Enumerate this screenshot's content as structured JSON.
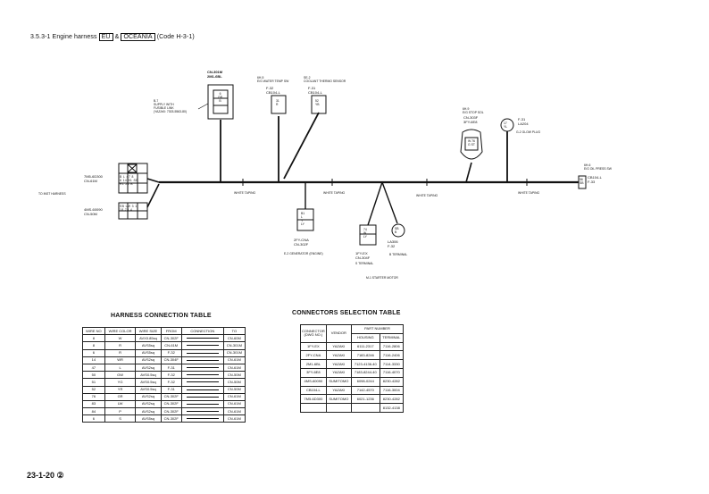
{
  "header": {
    "section": "3.5.3-1",
    "title": "Engine harness",
    "region_a": "EU",
    "amp": "&",
    "region_b": "OCEANIA",
    "code": "(Code H-3-1)"
  },
  "diagram": {
    "c_top_main": [
      "CN-301M",
      "2M1-6BL"
    ],
    "c_top_main_pins": [
      "6",
      "GR",
      "B"
    ],
    "c_fusible": [
      "B-7",
      "SUPPLY WITH",
      "FUSIBLE LINK",
      "(YAZAKI: 7303-5563-80)"
    ],
    "c_water": [
      "6H-5",
      "E/G WATER TEMP SW",
      "F-32",
      "CB104-L"
    ],
    "c_water_pins": [
      "31",
      "R"
    ],
    "c_coolant": [
      "SE-2",
      "COOLANT THERMO SENSOR",
      "F-31",
      "CB104-L"
    ],
    "c_coolant_pins": [
      "52",
      "YB"
    ],
    "c_oilstop": [
      "6H-9",
      "E/G STOP SOL",
      "CN-303F",
      "3FY-6E8"
    ],
    "c_oilstop_pins": [
      "W",
      "76",
      "G",
      "ST"
    ],
    "c_glow": [
      "F-31",
      "LA204"
    ],
    "c_glow_sub": [
      "G-2 GLOW PLUG"
    ],
    "c_glow_pins": [
      "17",
      "YL"
    ],
    "c_oilpres": [
      "6H-6",
      "E/G OIL PRESS SW",
      "CB104-L",
      "F-33"
    ],
    "c_oilpres_pins": [
      "56",
      "SB"
    ],
    "c_left_top": [
      "7M5-6D300",
      "CN-61M"
    ],
    "c_left_top_pins": [
      "B",
      "L",
      "47",
      "8",
      "6",
      "14",
      "51",
      "SB",
      "RL",
      "24",
      "B"
    ],
    "c_left_bot": [
      "4MS-60090",
      "CN-50M"
    ],
    "c_left_bot_pins": [
      "SB",
      "LW",
      "3",
      "1",
      "18",
      "73",
      "4"
    ],
    "to_inst": "TO INST HARNESS",
    "white_taping": "WHITE TAPING",
    "c_gen": [
      "2FY-CNA",
      "CN-302F"
    ],
    "c_gen_sub": "E-2 GENERATOR (ENGINE)",
    "c_gen_pins": [
      "B1",
      "L",
      "Y",
      "LY",
      "W"
    ],
    "c_starter_s": [
      "1FY-EX",
      "CN-304F"
    ],
    "c_starter_s_sub": "S TERMINAL",
    "c_starter_s_pins": [
      "74",
      "W",
      "LY"
    ],
    "c_starter_b": [
      "LA306",
      "F-32"
    ],
    "c_starter_b_sub": "B TERMINAL",
    "c_starter_b_pins": [
      "SB",
      "B"
    ],
    "starter_motor": "M-1 STARTER MOTOR"
  },
  "harness_table": {
    "title": "HARNESS CONNECTION TABLE",
    "headers": [
      "WIRE NO",
      "WIRE COLOR",
      "WIRE SIZE",
      "FROM",
      "CONNECTION",
      "TO"
    ],
    "rows": [
      [
        "8",
        "W",
        "AVX0.85sq",
        "CN-302F",
        "",
        "CN-60M"
      ],
      [
        "8",
        "R",
        "AVS5sq",
        "CN-61M",
        "",
        "CN-301M"
      ],
      [
        "6",
        "R",
        "AVS5sq",
        "F-32",
        "",
        "CN-301M"
      ],
      [
        "14",
        "WR",
        "AVS2sq",
        "CN-304F",
        "",
        "CN-61M"
      ],
      [
        "47",
        "L",
        "AVS2sq",
        "F-31",
        "",
        "CN-61M"
      ],
      [
        "50",
        "GW",
        "AVS0.5sq",
        "F-32",
        "",
        "CN-50M"
      ],
      [
        "51",
        "YG",
        "AVS0.5sq",
        "F-32",
        "",
        "CN-50M"
      ],
      [
        "52",
        "YR",
        "AVS0.5sq",
        "F-31",
        "",
        "CN-50M"
      ],
      [
        "76",
        "GR",
        "AVS2sq",
        "CN-302F",
        "",
        "CN-61M"
      ],
      [
        "83",
        "LW",
        "AVS2sq",
        "CN-302F",
        "",
        "CN-61M"
      ],
      [
        "84",
        "P",
        "AVS2sq",
        "CN-302F",
        "",
        "CN-61M"
      ],
      [
        "6",
        "S",
        "AVS5sq",
        "CN-302F",
        "",
        "CN-61M"
      ]
    ]
  },
  "connectors_table": {
    "title": "CONNECTORS SELECTION TABLE",
    "head1": "CONNECTOR (DWG NO.)",
    "head2": "VENDOR",
    "head3": "PART NUMBER",
    "head3a": "HOUSING",
    "head3b": "TERMINAL",
    "rows": [
      [
        "1FY-EX",
        "YAZAKI",
        "6111-2317",
        "7116-2806"
      ],
      [
        "2FY-CNA",
        "YAZAKI",
        "7183-8246",
        "7116-2406"
      ],
      [
        "2M1-6BL",
        "YAZAKI",
        "7123-4136-40",
        "7114-3330"
      ],
      [
        "3FY-6E8",
        "YAZAKI",
        "7183-8244-40",
        "7116-4070"
      ],
      [
        "4MS-60090",
        "SUMITOMO",
        "6098-0244",
        "8230-4282"
      ],
      [
        "CB104-L",
        "YAZAKI",
        "7142-4570",
        "7116-3004"
      ],
      [
        "7M5-6D300",
        "SUMITOMO",
        "6021-1236",
        "8230-4282"
      ],
      [
        "",
        "",
        "",
        "8132-4138"
      ]
    ]
  },
  "page_number": "23-1-20 ②"
}
